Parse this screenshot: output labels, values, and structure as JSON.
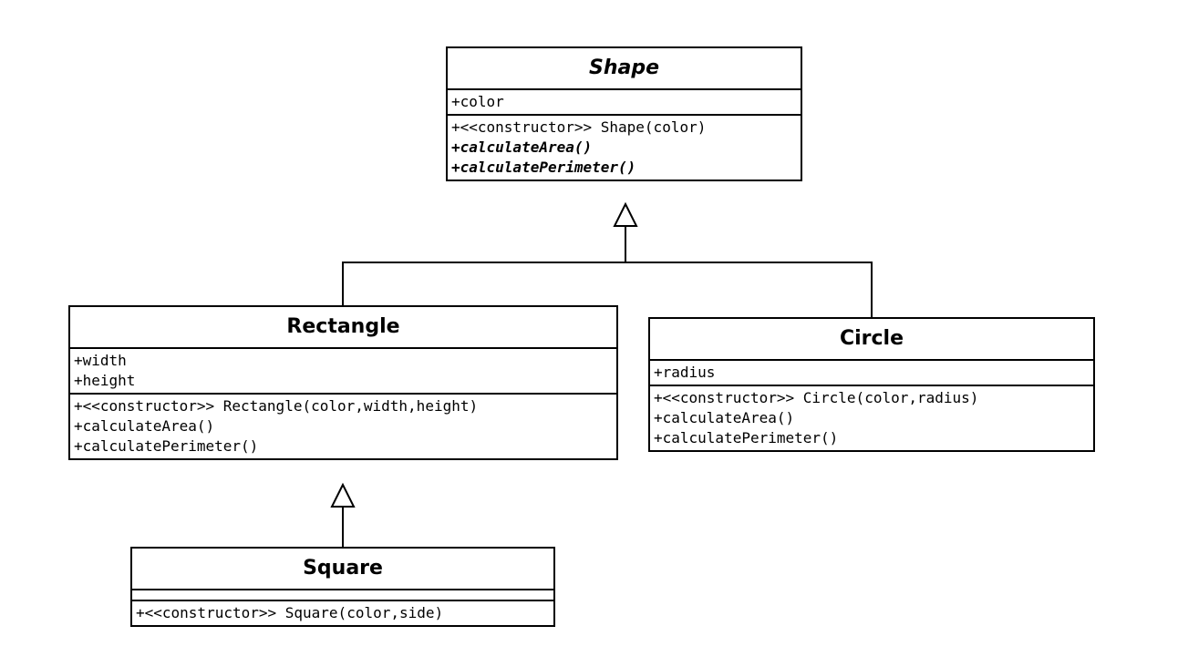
{
  "colors": {
    "stroke": "#000000",
    "background": "#ffffff"
  },
  "classes": {
    "shape": {
      "name": "Shape",
      "abstract": true,
      "attributes": [
        "+color"
      ],
      "methods": [
        {
          "text": "+<<constructor>> Shape(color)",
          "abstract": false
        },
        {
          "text": "+calculateArea()",
          "abstract": true
        },
        {
          "text": "+calculatePerimeter()",
          "abstract": true
        }
      ]
    },
    "rectangle": {
      "name": "Rectangle",
      "abstract": false,
      "attributes": [
        "+width",
        "+height"
      ],
      "methods": [
        {
          "text": "+<<constructor>> Rectangle(color,width,height)",
          "abstract": false
        },
        {
          "text": "+calculateArea()",
          "abstract": false
        },
        {
          "text": "+calculatePerimeter()",
          "abstract": false
        }
      ]
    },
    "circle": {
      "name": "Circle",
      "abstract": false,
      "attributes": [
        "+radius"
      ],
      "methods": [
        {
          "text": "+<<constructor>> Circle(color,radius)",
          "abstract": false
        },
        {
          "text": "+calculateArea()",
          "abstract": false
        },
        {
          "text": "+calculatePerimeter()",
          "abstract": false
        }
      ]
    },
    "square": {
      "name": "Square",
      "abstract": false,
      "attributes": [],
      "methods": [
        {
          "text": "+<<constructor>> Square(color,side)",
          "abstract": false
        }
      ]
    }
  },
  "relations": [
    {
      "type": "generalization",
      "from": "Rectangle",
      "to": "Shape"
    },
    {
      "type": "generalization",
      "from": "Circle",
      "to": "Shape"
    },
    {
      "type": "generalization",
      "from": "Square",
      "to": "Rectangle"
    }
  ]
}
